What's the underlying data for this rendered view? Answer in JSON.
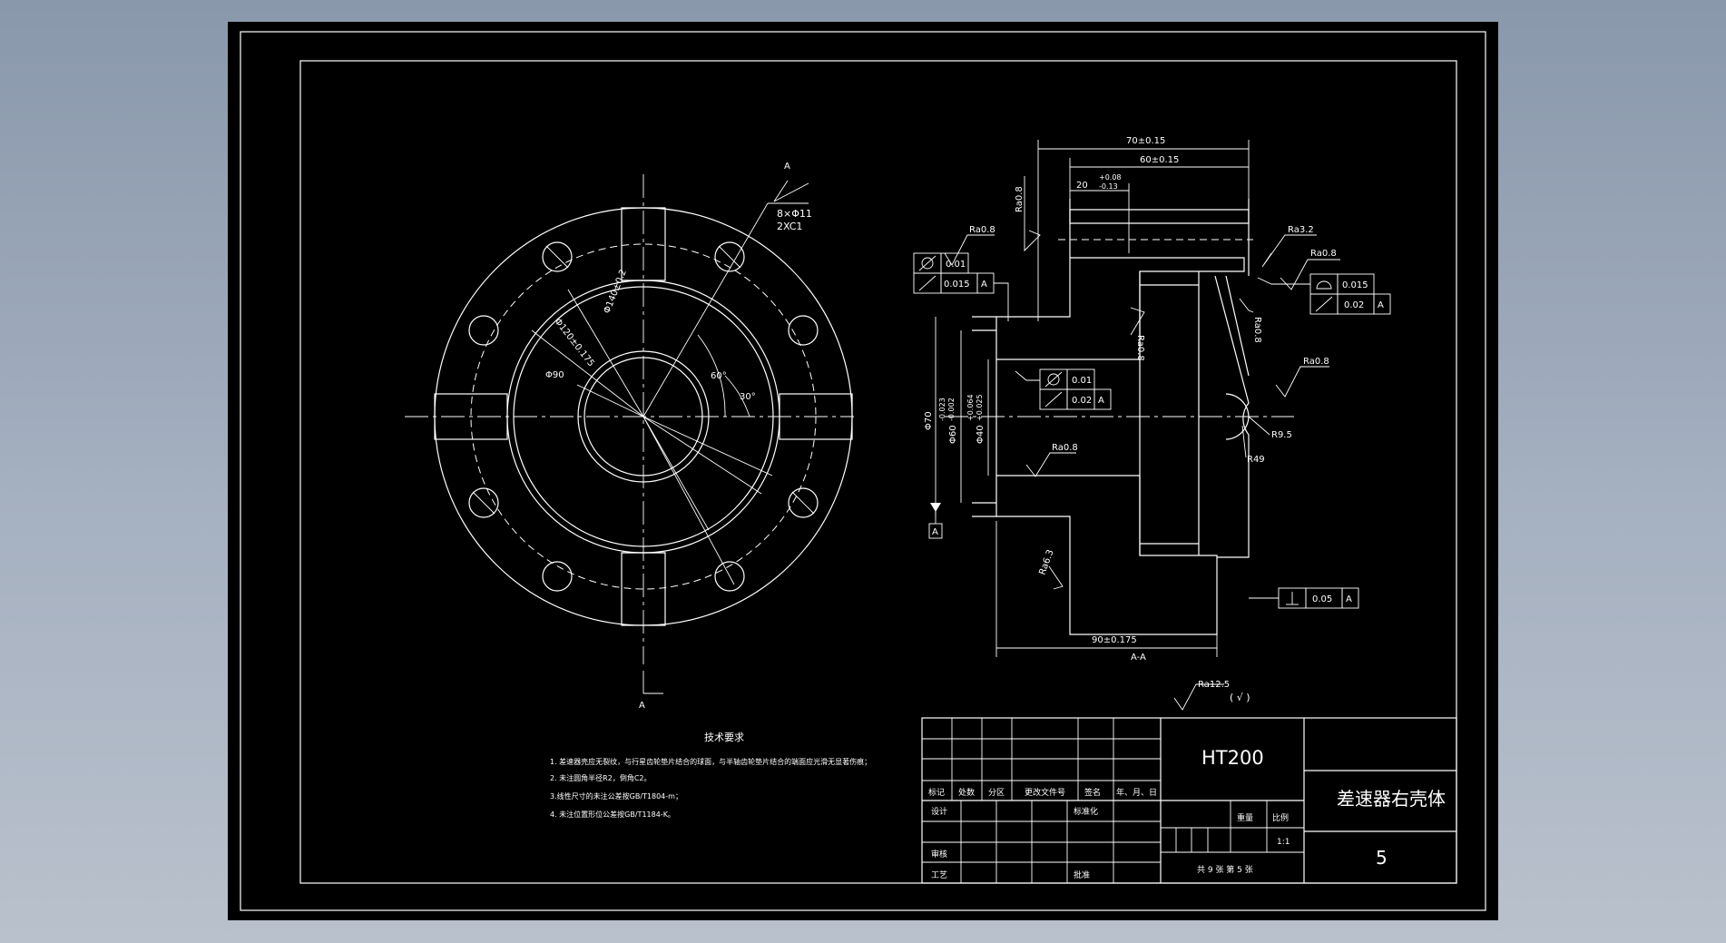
{
  "drawing": {
    "section_label_top": "A",
    "section_label_bottom": "A",
    "front_view": {
      "bolt_holes": "8×Φ11",
      "chamfer": "2XC1",
      "d_hole_circle": "Φ140±0.2",
      "d_pilot": "Φ120±0.175",
      "d_bore": "Φ90",
      "angle_60": "60°",
      "angle_30": "30°"
    },
    "section_view": {
      "dim_70": "70±0.15",
      "dim_60": "60±0.15",
      "dim_20": "20",
      "dim_20_upper": "+0.08",
      "dim_20_lower": "-0.13",
      "dim_90": "90±0.175",
      "d_70": "Φ70",
      "d_60": "Φ60",
      "d_60_upper": "-0.023",
      "d_60_lower": "-0.002",
      "d_40": "Φ40",
      "d_40_upper": "+0.064",
      "d_40_lower": "+0.025",
      "r95": "R9.5",
      "r49": "R49",
      "section_title": "A-A",
      "datum": "A",
      "rough_ra08_a": "Ra0.8",
      "rough_ra08_b": "Ra0.8",
      "rough_ra08_c": "Ra0.8",
      "rough_ra08_d": "Ra0.8",
      "rough_ra08_e": "Ra0.8",
      "rough_ra08_f": "Ra0.8",
      "rough_ra08_g": "Ra0.8",
      "rough_ra32": "Ra3.2",
      "rough_ra63": "Ra6.3",
      "rough_general": "Ra12.5",
      "rough_general_suffix": "( √ )",
      "fcf_left": {
        "tol1": "0.01",
        "tol2": "0.015",
        "datum": "A"
      },
      "fcf_inner": {
        "tol1": "0.01",
        "tol2": "0.02",
        "datum": "A"
      },
      "fcf_right": {
        "tol1": "0.015",
        "tol2": "0.02",
        "datum": "A"
      },
      "fcf_perp": {
        "tol": "0.05",
        "datum": "A"
      }
    },
    "tech_req": {
      "title": "技术要求",
      "items": [
        "1. 差速器壳应无裂纹，与行星齿轮垫片结合的球面，与半轴齿轮垫片结合的端面应光滑无显著伤痕；",
        "2. 未注圆角半径R2，倒角C2。",
        "3.线性尺寸的未注公差按GB/T1804-m；",
        "4. 未注位置形位公差按GB/T1184-K。"
      ]
    },
    "title_block": {
      "material": "HT200",
      "part_name": "差速器右壳体",
      "drawing_no": "5",
      "mark": "标记",
      "count": "处数",
      "zone": "分区",
      "change_doc": "更改文件号",
      "signature": "签名",
      "date": "年、月、日",
      "design": "设计",
      "standardize": "标准化",
      "review": "审核",
      "process": "工艺",
      "approve": "批准",
      "weight": "重量",
      "scale_label": "比例",
      "scale": "1:1",
      "sheets": "共 9 张  第 5 张"
    }
  }
}
